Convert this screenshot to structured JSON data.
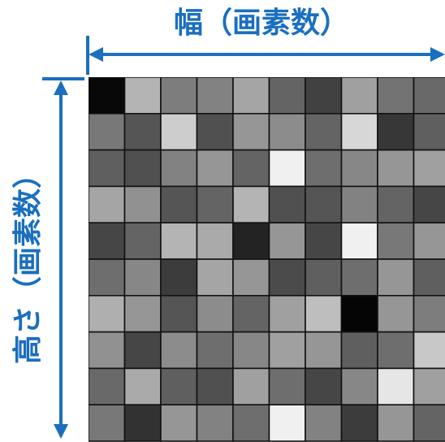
{
  "width_label": "幅（画素数）",
  "height_label": "高さ（画素数）",
  "accent_color": "#1a6fbf",
  "grid_line_color": "#111111",
  "pixel_grid": {
    "visible_columns": 10,
    "visible_rows": 10,
    "gray_levels": [
      [
        8,
        180,
        125,
        130,
        165,
        100,
        65,
        160,
        115,
        105
      ],
      [
        120,
        85,
        205,
        80,
        150,
        140,
        100,
        215,
        55,
        95
      ],
      [
        95,
        80,
        130,
        150,
        100,
        240,
        110,
        135,
        150,
        160
      ],
      [
        165,
        145,
        85,
        100,
        180,
        80,
        85,
        130,
        100,
        70
      ],
      [
        70,
        100,
        180,
        170,
        35,
        150,
        70,
        240,
        120,
        150
      ],
      [
        110,
        135,
        60,
        165,
        150,
        75,
        95,
        110,
        150,
        95
      ],
      [
        175,
        150,
        85,
        140,
        100,
        160,
        190,
        5,
        150,
        125
      ],
      [
        145,
        70,
        140,
        110,
        135,
        160,
        150,
        95,
        110,
        200
      ],
      [
        105,
        170,
        95,
        80,
        160,
        110,
        70,
        135,
        230,
        160
      ],
      [
        120,
        50,
        150,
        130,
        110,
        240,
        130,
        60,
        150,
        100
      ]
    ]
  }
}
